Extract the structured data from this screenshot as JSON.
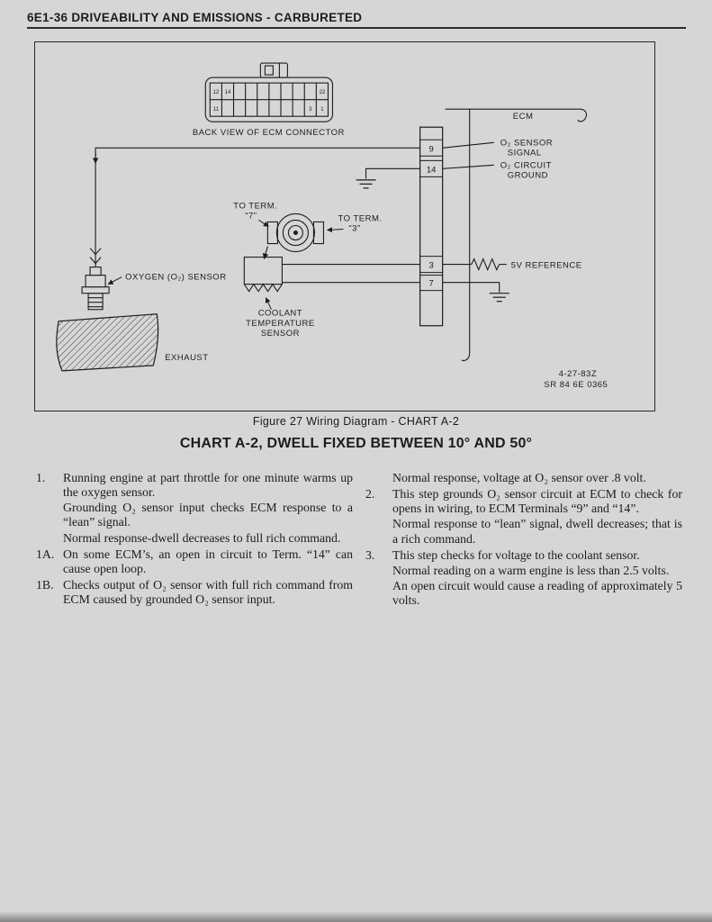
{
  "colors": {
    "paper": "#d6d6d6",
    "ink": "#1c1c1c"
  },
  "page": {
    "header": "6E1-36 DRIVEABILITY AND EMISSIONS - CARBURETED",
    "figure_caption": "Figure 27 Wiring Diagram - CHART A-2",
    "chart_title": "CHART A-2, DWELL FIXED BETWEEN 10° AND 50°"
  },
  "diagram": {
    "connector": {
      "caption": "BACK VIEW OF ECM CONNECTOR",
      "pins_top": [
        "12",
        "14",
        "",
        "",
        "",
        "",
        "",
        "",
        "",
        "22"
      ],
      "pins_bottom": [
        "11",
        "",
        "",
        "",
        "",
        "",
        "",
        "",
        "3",
        "1"
      ]
    },
    "terminals": [
      "9",
      "14",
      "3",
      "7"
    ],
    "labels": {
      "ecm": "ECM",
      "o2_signal": [
        "O₂ SENSOR",
        "SIGNAL"
      ],
      "o2_ground": [
        "O₂ CIRCUIT",
        "GROUND"
      ],
      "ref_5v": "5V REFERENCE",
      "to_term_7": [
        "TO TERM.",
        "“7”"
      ],
      "to_term_3": [
        "TO TERM.",
        "“3”"
      ],
      "coolant": [
        "COOLANT",
        "TEMPERATURE",
        "SENSOR"
      ],
      "oxygen_sensor": "OXYGEN (O₂) SENSOR",
      "exhaust": "EXHAUST",
      "doc_number": "4-27-83Z",
      "doc_code": "SR 84 6E 0365"
    }
  },
  "chart_notes": {
    "left": [
      {
        "num": "1.",
        "paras": [
          "Running engine at part throttle for one minute warms up the oxygen sensor.",
          "Grounding O₂ sensor input checks ECM response to a “lean” signal.",
          "Normal response-dwell decreases to full rich command."
        ]
      },
      {
        "num": "1A.",
        "paras": [
          "On some ECM’s, an open in circuit to Term. “14” can cause open loop."
        ]
      },
      {
        "num": "1B.",
        "paras": [
          "Checks output of O₂ sensor with full rich command from ECM caused by grounded O₂ sensor input."
        ]
      }
    ],
    "right": [
      {
        "num": "",
        "paras": [
          "Normal response, voltage at O₂ sensor over .8 volt."
        ]
      },
      {
        "num": "2.",
        "paras": [
          "This step grounds O₂ sensor circuit at ECM to check for opens in wiring, to ECM Terminals “9” and “14”.",
          "Normal response to “lean” signal, dwell decreases; that is a rich command."
        ]
      },
      {
        "num": "3.",
        "paras": [
          "This step checks for voltage to the coolant sensor.",
          "Normal reading on a warm engine is less than 2.5 volts.",
          "An open circuit would cause a reading of approximately 5 volts."
        ]
      }
    ]
  }
}
